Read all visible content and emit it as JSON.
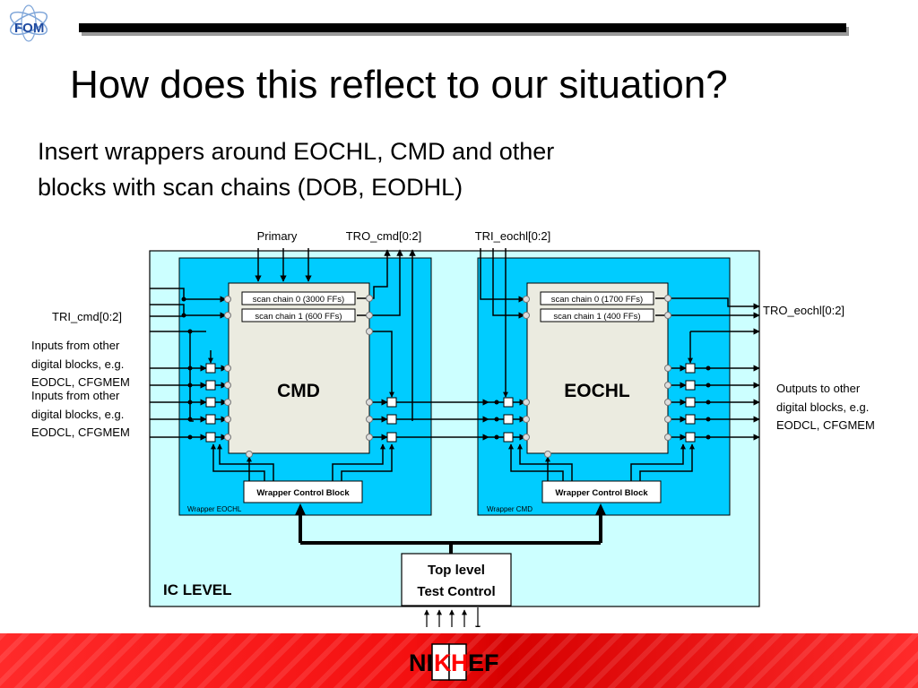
{
  "header": {
    "logo_text": "FOM",
    "title": "How does this reflect to our situation?",
    "subtitle_lines": [
      "Insert wrappers around EOCHL, CMD and other",
      "blocks with scan chains  (DOB, EODHL)"
    ]
  },
  "diagram": {
    "top_labels": {
      "primary": "Primary",
      "tro_cmd": "TRO_cmd[0:2]",
      "tri_eochl": "TRI_eochl[0:2]"
    },
    "tri_cmd": "TRI_cmd[0:2]",
    "tro_eochl": "TRO_eochl[0:2]",
    "inputs_note_1": [
      "Inputs from other",
      "digital blocks, e.g.",
      "EODCL, CFGMEM"
    ],
    "inputs_note_2": [
      "Inputs from other",
      "digital blocks, e.g.",
      "EODCL, CFGMEM"
    ],
    "outputs_note": [
      "Outputs to other",
      "digital blocks, e.g.",
      "EODCL, CFGMEM"
    ],
    "cmd_block": {
      "name": "CMD",
      "chains": [
        "scan chain 0 (3000 FFs)",
        "scan chain 1 (600 FFs)"
      ],
      "wrapper_label": "Wrapper EOCHL",
      "control": "Wrapper Control Block"
    },
    "eochl_block": {
      "name": "EOCHL",
      "chains": [
        "scan chain 0 (1700 FFs)",
        "scan chain 1 (400 FFs)"
      ],
      "wrapper_label": "Wrapper CMD",
      "control": "Wrapper Control Block"
    },
    "ic_level": "IC LEVEL",
    "test_control": [
      "Top level",
      "Test Control"
    ]
  },
  "footer": {
    "logo_text": [
      "NI",
      "K",
      "H",
      "EF"
    ]
  },
  "colors": {
    "ic_bg": "#ccffff",
    "wrapper_bg": "#00ccff",
    "block_bg": "#ebebe0",
    "footer_red": "#ff0000",
    "label_blue": "#002060"
  }
}
